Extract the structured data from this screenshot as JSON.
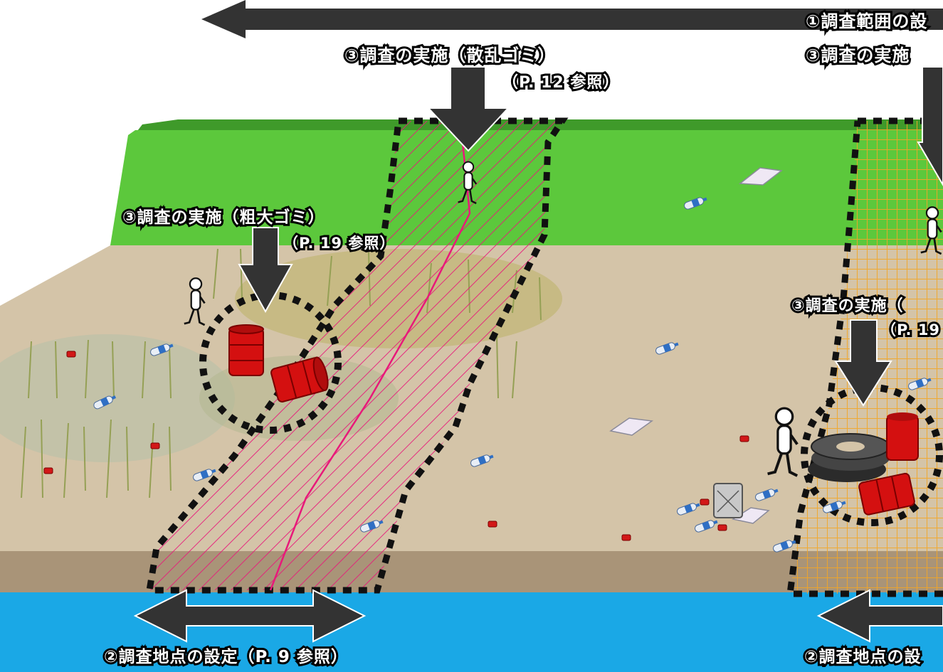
{
  "labels": {
    "range": "①調査範囲の設",
    "scatter_title": "③調査の実施（散乱ゴミ）",
    "scatter_ref": "（P. 12 参照）",
    "scatter_title_right": "③調査の実施",
    "bulky_title": "③調査の実施（粗大ゴミ）",
    "bulky_ref": "（P. 19 参照）",
    "bulky_title_right": "③調査の実施（",
    "bulky_ref_right": "（P. 19",
    "site_left": "②調査地点の設定（P. 9 参照）",
    "site_right": "②調査地点の設"
  },
  "colors": {
    "grass": "#5cc83c",
    "sand": "#d4c4a8",
    "bank": "#a99478",
    "water": "#1aa8e6",
    "hatch_pink": "#e8197a",
    "grid_orange": "#f2a626",
    "arrow": "#333333",
    "drum_red": "#d41010"
  }
}
